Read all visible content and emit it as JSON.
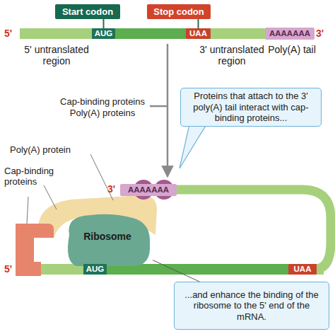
{
  "diagram": {
    "nodes": [
      {
        "text": [
          "Start codon"
        ]
      },
      {
        "text": [
          "Stop codon"
        ]
      },
      {
        "text": [
          "AUG"
        ]
      },
      {
        "text": [
          "UAA"
        ]
      },
      {
        "text": [
          "AAAAAAA"
        ]
      },
      {
        "text": [
          "Proteins that attach to the 3' poly(A) tail interact with cap-binding proteins..."
        ]
      },
      {
        "text": [
          "AAAAAAA"
        ]
      },
      {
        "text": [
          "Ribosome"
        ]
      },
      {
        "text": [
          "AUG"
        ]
      },
      {
        "text": [
          "UAA"
        ]
      },
      {
        "text": [
          "...and enhance the binding of the ribosome to the 5' end of the mRNA."
        ]
      }
    ],
    "edges": [
      {
        "from": 0,
        "to": 2,
        "arrow": "none"
      },
      {
        "from": 1,
        "to": 3,
        "arrow": "none"
      },
      {
        "from": 10,
        "to": 7,
        "arrow": "none"
      }
    ],
    "labels": [
      "5'",
      "3'",
      "5' untranslated region",
      "3' untranslated region",
      "Poly(A) tail",
      "Cap-binding proteins",
      "Poly(A) proteins",
      "Poly(A) protein",
      "Cap-binding proteins",
      "3'",
      "5'"
    ]
  }
}
